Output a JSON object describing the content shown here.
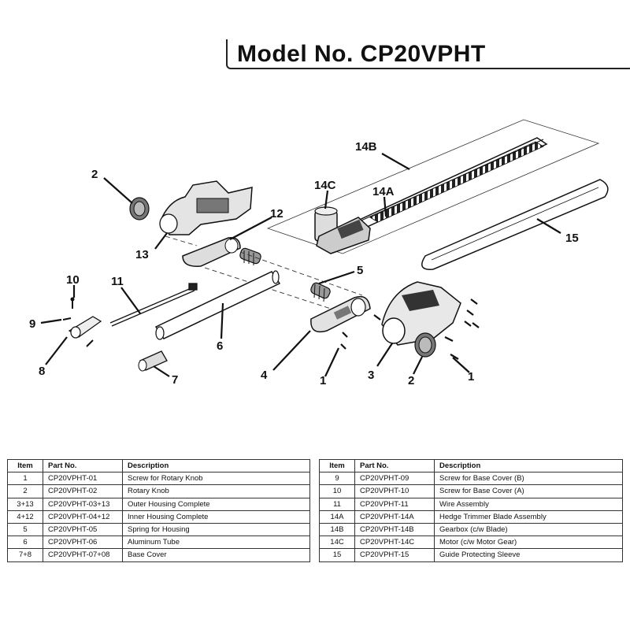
{
  "title": "Model No. CP20VPHT",
  "callouts": [
    {
      "id": "2a",
      "label": "2"
    },
    {
      "id": "13",
      "label": "13"
    },
    {
      "id": "12",
      "label": "12"
    },
    {
      "id": "14B",
      "label": "14B"
    },
    {
      "id": "14C",
      "label": "14C"
    },
    {
      "id": "14A",
      "label": "14A"
    },
    {
      "id": "15",
      "label": "15"
    },
    {
      "id": "5",
      "label": "5"
    },
    {
      "id": "10",
      "label": "10"
    },
    {
      "id": "11",
      "label": "11"
    },
    {
      "id": "9",
      "label": "9"
    },
    {
      "id": "8",
      "label": "8"
    },
    {
      "id": "6",
      "label": "6"
    },
    {
      "id": "7",
      "label": "7"
    },
    {
      "id": "4",
      "label": "4"
    },
    {
      "id": "1a",
      "label": "1"
    },
    {
      "id": "3",
      "label": "3"
    },
    {
      "id": "2b",
      "label": "2"
    },
    {
      "id": "1b",
      "label": "1"
    }
  ],
  "table": {
    "headers": {
      "item": "Item",
      "part": "Part No.",
      "desc": "Description"
    },
    "left": [
      {
        "item": "1",
        "part": "CP20VPHT-01",
        "desc": "Screw for Rotary Knob"
      },
      {
        "item": "2",
        "part": "CP20VPHT-02",
        "desc": "Rotary Knob"
      },
      {
        "item": "3+13",
        "part": "CP20VPHT-03+13",
        "desc": "Outer Housing Complete"
      },
      {
        "item": "4+12",
        "part": "CP20VPHT-04+12",
        "desc": "Inner Housing Complete"
      },
      {
        "item": "5",
        "part": "CP20VPHT-05",
        "desc": "Spring for Housing"
      },
      {
        "item": "6",
        "part": "CP20VPHT-06",
        "desc": "Aluminum Tube"
      },
      {
        "item": "7+8",
        "part": "CP20VPHT-07+08",
        "desc": "Base Cover"
      }
    ],
    "right": [
      {
        "item": "9",
        "part": "CP20VPHT-09",
        "desc": "Screw for Base Cover (B)"
      },
      {
        "item": "10",
        "part": "CP20VPHT-10",
        "desc": "Screw for Base Cover (A)"
      },
      {
        "item": "11",
        "part": "CP20VPHT-11",
        "desc": "Wire Assembly"
      },
      {
        "item": "14A",
        "part": "CP20VPHT-14A",
        "desc": "Hedge Trimmer Blade Assembly"
      },
      {
        "item": "14B",
        "part": "CP20VPHT-14B",
        "desc": "Gearbox (c/w Blade)"
      },
      {
        "item": "14C",
        "part": "CP20VPHT-14C",
        "desc": "Motor (c/w Motor Gear)"
      },
      {
        "item": "15",
        "part": "CP20VPHT-15",
        "desc": "Guide Protecting Sleeve"
      }
    ]
  }
}
